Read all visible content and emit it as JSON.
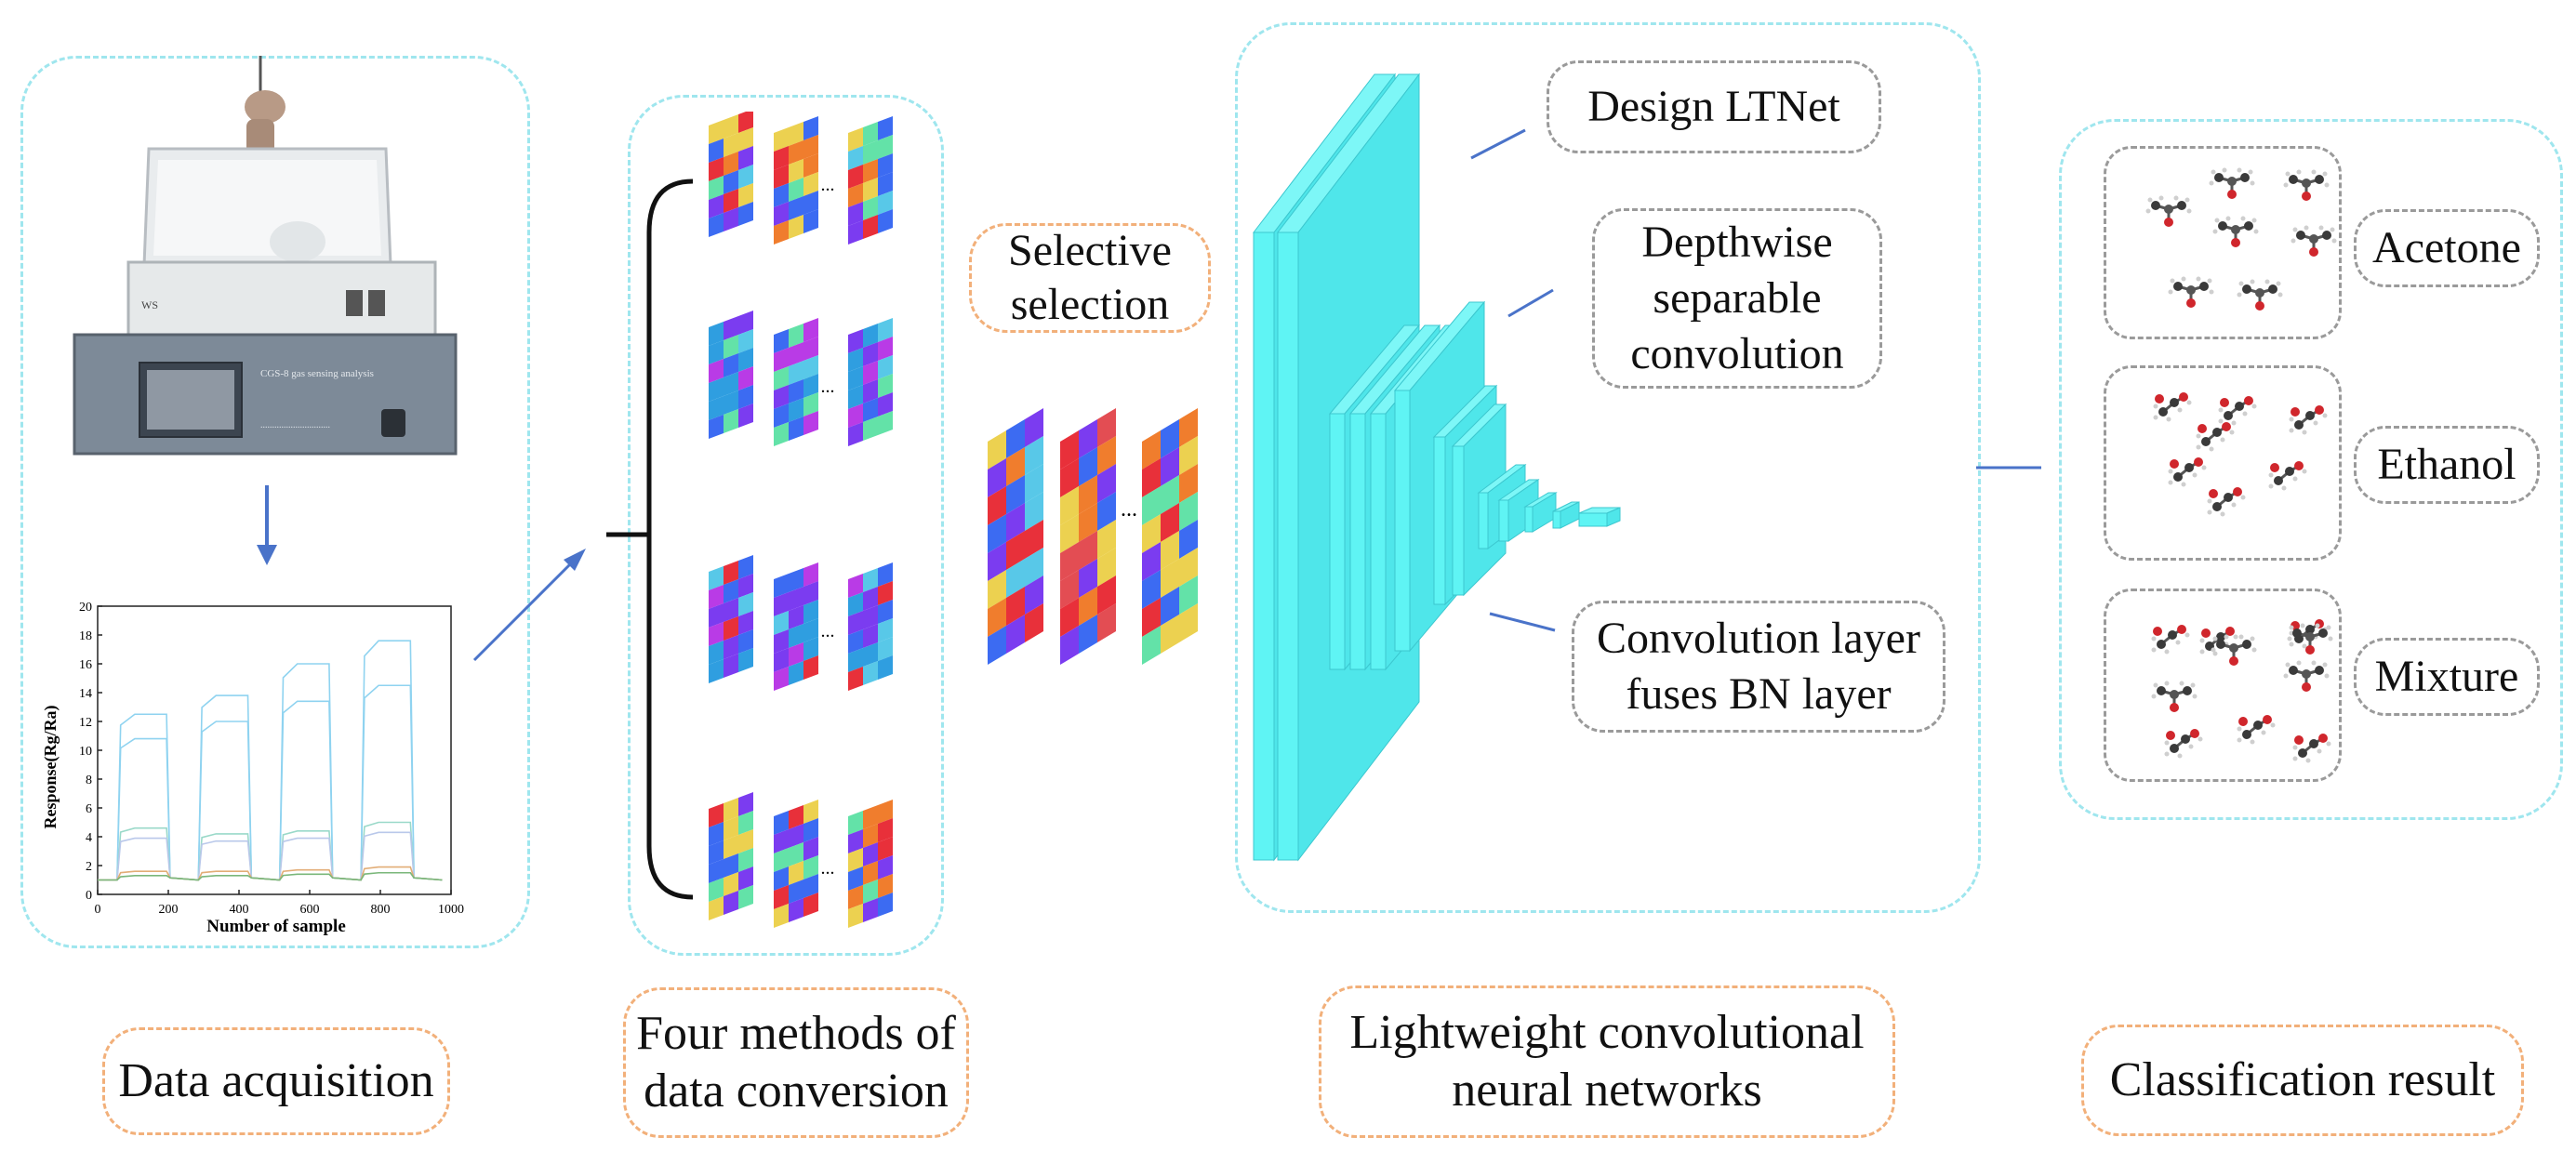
{
  "stages": [
    {
      "label": "Data acquisition"
    },
    {
      "label": "Four methods of data conversion"
    },
    {
      "label": "Lightweight convolutional neural networks"
    },
    {
      "label": "Classification result"
    }
  ],
  "labels": {
    "data_acquisition": "Data acquisition",
    "four_methods_l1": "Four methods of",
    "four_methods_l2": "data conversion",
    "lightweight_l1": "Lightweight convolutional",
    "lightweight_l2": "neural networks",
    "classification_result": "Classification result",
    "selective_l1": "Selective",
    "selective_l2": "selection",
    "design_ltnet": "Design LTNet",
    "depthwise_l1": "Depthwise",
    "depthwise_l2": "separable",
    "depthwise_l3": "convolution",
    "conv_bn_l1": "Convolution layer",
    "conv_bn_l2": "fuses BN layer",
    "ellipsis": "..."
  },
  "classes": [
    "Acetone",
    "Ethanol",
    "Mixture"
  ],
  "colors": {
    "panel_border": "#9fe6ee",
    "label_border": "#f2b07a",
    "gray_border": "#9a9a9a",
    "arrow_blue": "#4a73c9",
    "cnn_cyan": "#5ff4f4",
    "device_front": "#7a8796"
  },
  "chart": {
    "ylabel": "Response(Rg/Ra)",
    "xlabel": "Number of sample",
    "y_ticks": [
      "0",
      "2",
      "4",
      "6",
      "8",
      "10",
      "12",
      "14",
      "16",
      "18",
      "20"
    ],
    "x_ticks": [
      "0",
      "200",
      "400",
      "600",
      "800",
      "1000"
    ],
    "ylim": [
      0,
      20
    ],
    "xlim": [
      0,
      1000
    ]
  },
  "chart_data": {
    "type": "line",
    "title": "",
    "xlabel": "Number of sample",
    "ylabel": "Response(Rg/Ra)",
    "xlim": [
      0,
      1000
    ],
    "ylim": [
      0,
      20
    ],
    "series": [
      {
        "color": "#8fd3f0",
        "pulses": [
          12.5,
          13.8,
          16.0,
          17.6
        ]
      },
      {
        "color": "#8fd3f0",
        "pulses": [
          10.8,
          12.0,
          13.4,
          14.5
        ]
      },
      {
        "color": "#9ad9c9",
        "pulses": [
          4.6,
          4.2,
          4.4,
          5.0
        ]
      },
      {
        "color": "#b9c8ea",
        "pulses": [
          3.9,
          3.7,
          3.9,
          4.3
        ]
      },
      {
        "color": "#e2ad76",
        "pulses": [
          1.6,
          1.6,
          1.7,
          1.9
        ]
      },
      {
        "color": "#7ab77a",
        "pulses": [
          1.3,
          1.3,
          1.4,
          1.5
        ]
      }
    ]
  }
}
